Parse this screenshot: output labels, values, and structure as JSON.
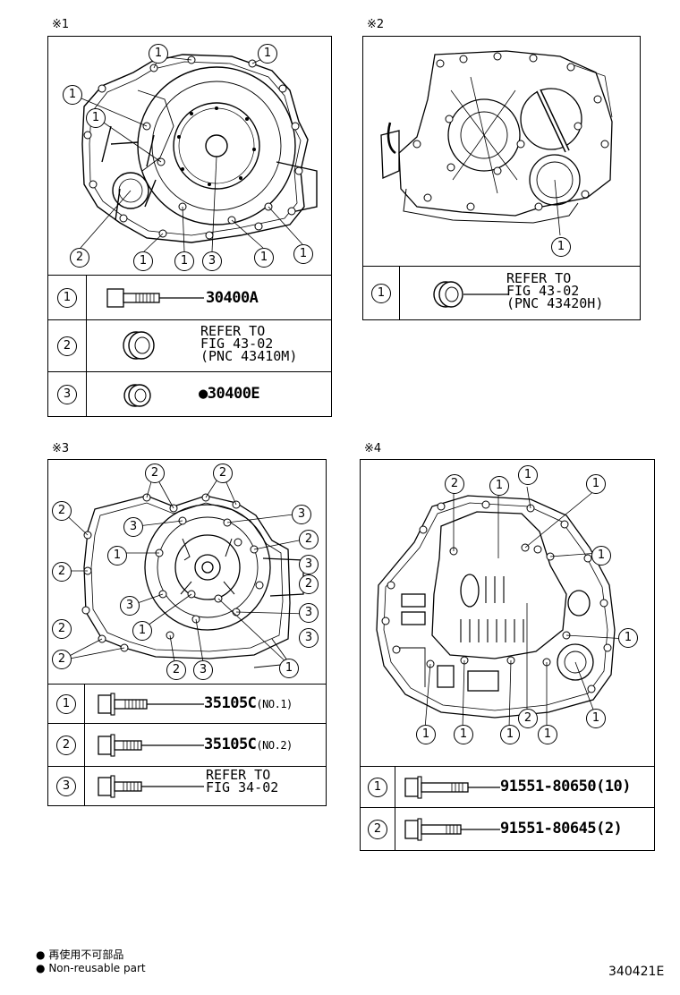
{
  "panels": [
    {
      "mark": "※1",
      "callouts": [
        "1",
        "1",
        "1",
        "1",
        "2",
        "1",
        "1",
        "3",
        "1",
        "1"
      ],
      "rows": [
        {
          "index": "1",
          "part_number": "30400A"
        },
        {
          "index": "2",
          "refer": [
            "REFER TO",
            "FIG 43-02",
            "(PNC 43410M)"
          ]
        },
        {
          "index": "3",
          "bullet": "●",
          "part_number": "30400E"
        }
      ]
    },
    {
      "mark": "※2",
      "callouts": [
        "1"
      ],
      "rows": [
        {
          "index": "1",
          "refer": [
            "REFER TO",
            "FIG 43-02",
            "(PNC 43420H)"
          ]
        }
      ]
    },
    {
      "mark": "※3",
      "callouts": [
        "2",
        "2",
        "2",
        "2",
        "3",
        "3",
        "1",
        "2",
        "3",
        "2",
        "3",
        "3",
        "2",
        "1",
        "3",
        "2",
        "2",
        "3",
        "1"
      ],
      "rows": [
        {
          "index": "1",
          "part_number": "35105C",
          "suffix": "(NO.1)"
        },
        {
          "index": "2",
          "part_number": "35105C",
          "suffix": "(NO.2)"
        },
        {
          "index": "3",
          "refer": [
            "REFER TO",
            "FIG 34-02"
          ]
        }
      ]
    },
    {
      "mark": "※4",
      "callouts": [
        "2",
        "1",
        "1",
        "1",
        "1",
        "1",
        "1",
        "1",
        "1",
        "1",
        "2",
        "1"
      ],
      "rows": [
        {
          "index": "1",
          "part_number": "91551-80650(10)"
        },
        {
          "index": "2",
          "part_number": "91551-80645(2)"
        }
      ]
    }
  ],
  "legend": {
    "bullet": "●",
    "line_ja": "再使用不可部品",
    "line_en": "Non-reusable part"
  },
  "figure_id": "340421E"
}
